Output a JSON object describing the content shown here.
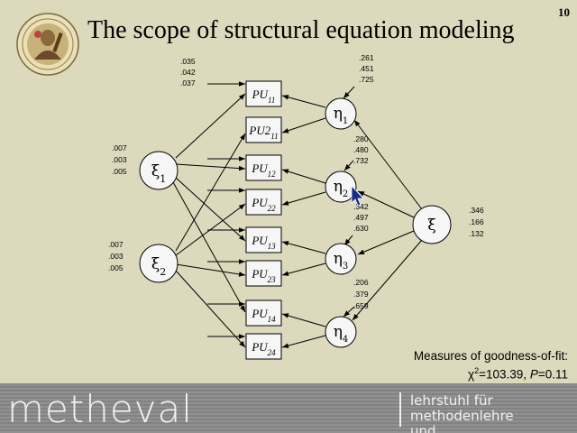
{
  "page_number": "10",
  "title": "The scope of structural equation modeling",
  "logo_icon": "university-seal-icon",
  "colors": {
    "background": "#dcd9bd",
    "footer": "#8a8a8a",
    "footer_text": "#f2f2f2"
  },
  "diagram": {
    "observed": [
      {
        "main": "PU",
        "sub": "11"
      },
      {
        "main": "PU2",
        "sub": "11"
      },
      {
        "main": "PU",
        "sub": "12"
      },
      {
        "main": "PU",
        "sub": "22"
      },
      {
        "main": "PU",
        "sub": "13"
      },
      {
        "main": "PU",
        "sub": "23"
      },
      {
        "main": "PU",
        "sub": "14"
      },
      {
        "main": "PU",
        "sub": "24"
      }
    ],
    "latent_xi": [
      {
        "main": "ξ",
        "sub": "1"
      },
      {
        "main": "ξ",
        "sub": "2"
      }
    ],
    "latent_eta": [
      {
        "main": "η",
        "sub": "1"
      },
      {
        "main": "η",
        "sub": "2"
      },
      {
        "main": "η",
        "sub": "3"
      },
      {
        "main": "η",
        "sub": "4"
      }
    ],
    "latent_general": {
      "main": "ξ"
    },
    "estimates": {
      "pu11_top": [
        ".035",
        ".042",
        ".037"
      ],
      "eta1": [
        ".261",
        ".451",
        ".725"
      ],
      "eta2": [
        ".280",
        ".480",
        ".732"
      ],
      "eta3": [
        ".342",
        ".497",
        ".630"
      ],
      "eta4": [
        ".206",
        ".379",
        ".659"
      ],
      "xi1": [
        ".007",
        ".003",
        ".005"
      ],
      "xi2": [
        ".007",
        ".003",
        ".005"
      ],
      "xi_general": [
        ".346",
        ".166",
        ".132"
      ]
    }
  },
  "goodness_of_fit": {
    "heading": "Measures of goodness-of-fit:",
    "chi_symbol": "χ",
    "chi_exp": "2",
    "chi_value": "=103.39, ",
    "p_symbol": "P",
    "p_value": "=0.11"
  },
  "footer": {
    "brand": "metheval",
    "line1": "lehrstuhl für methodenlehre",
    "line2": "und evaluationsforschung"
  }
}
